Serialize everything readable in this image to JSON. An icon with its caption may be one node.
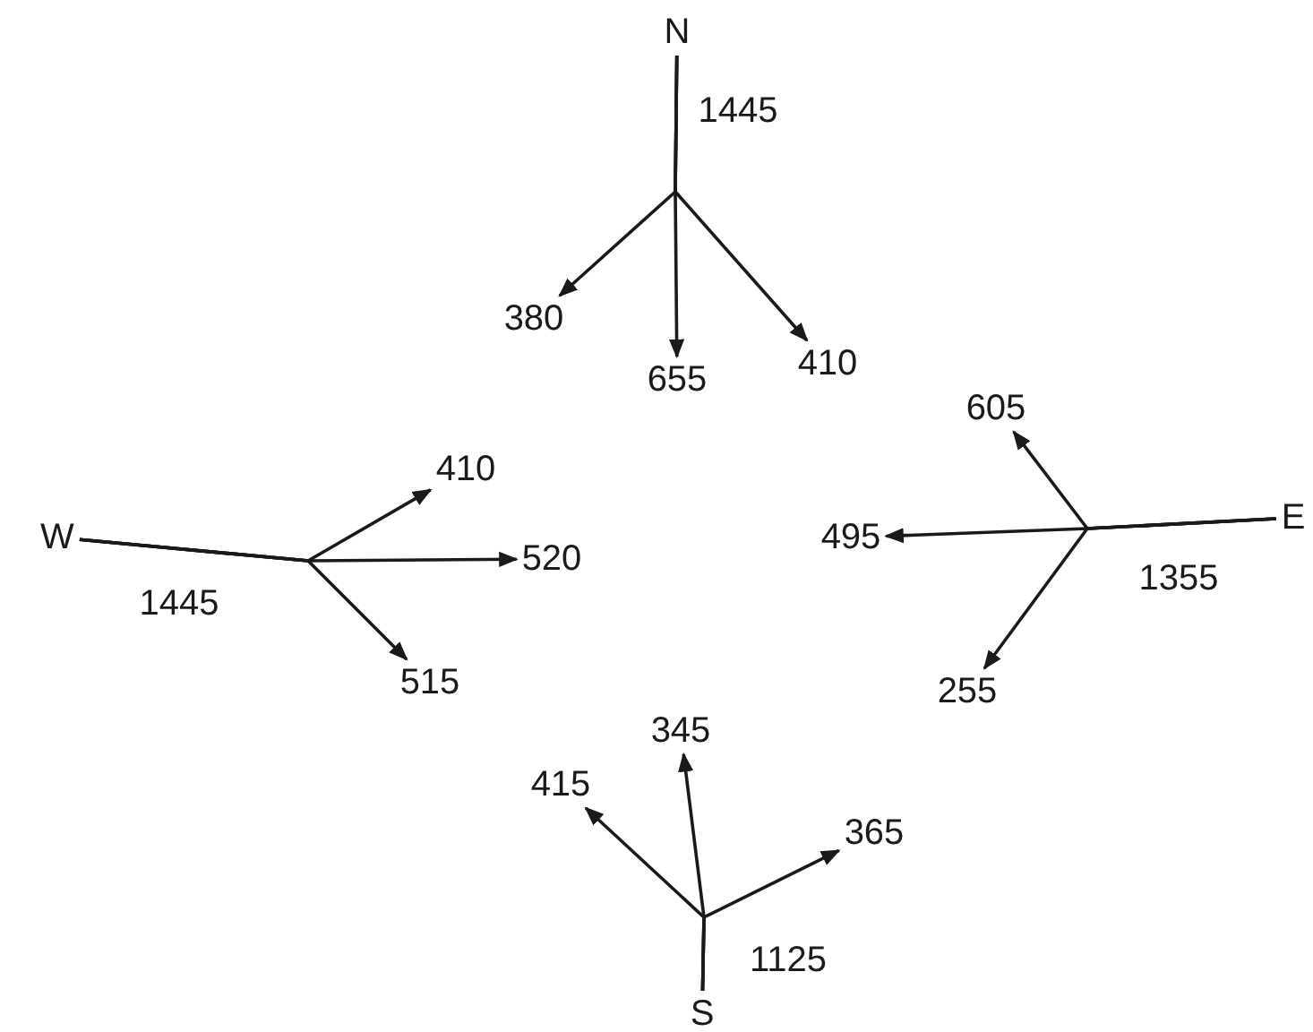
{
  "diagram": {
    "nodes": [
      {
        "text": [
          "N"
        ]
      },
      {
        "text": [
          "380"
        ]
      },
      {
        "text": [
          "655"
        ]
      },
      {
        "text": [
          "410"
        ]
      },
      {
        "text": [
          "W"
        ]
      },
      {
        "text": [
          "410"
        ]
      },
      {
        "text": [
          "520"
        ]
      },
      {
        "text": [
          "515"
        ]
      },
      {
        "text": [
          "E"
        ]
      },
      {
        "text": [
          "605"
        ]
      },
      {
        "text": [
          "495"
        ]
      },
      {
        "text": [
          "255"
        ]
      },
      {
        "text": [
          "S"
        ]
      },
      {
        "text": [
          "415"
        ]
      },
      {
        "text": [
          "345"
        ]
      },
      {
        "text": [
          "365"
        ]
      }
    ],
    "edges": [
      {
        "from": 0,
        "to": 1,
        "arrow": "to"
      },
      {
        "from": 0,
        "to": 2,
        "arrow": "to"
      },
      {
        "from": 0,
        "to": 3,
        "arrow": "to"
      },
      {
        "from": 4,
        "to": 5,
        "arrow": "to"
      },
      {
        "from": 4,
        "to": 6,
        "arrow": "to"
      },
      {
        "from": 4,
        "to": 7,
        "arrow": "to"
      },
      {
        "from": 8,
        "to": 9,
        "arrow": "to"
      },
      {
        "from": 8,
        "to": 10,
        "arrow": "to"
      },
      {
        "from": 8,
        "to": 11,
        "arrow": "to"
      },
      {
        "from": 12,
        "to": 13,
        "arrow": "to"
      },
      {
        "from": 12,
        "to": 14,
        "arrow": "to"
      },
      {
        "from": 12,
        "to": 15,
        "arrow": "to"
      }
    ],
    "labels": [
      "1445",
      "1445",
      "1355",
      "1125"
    ]
  }
}
